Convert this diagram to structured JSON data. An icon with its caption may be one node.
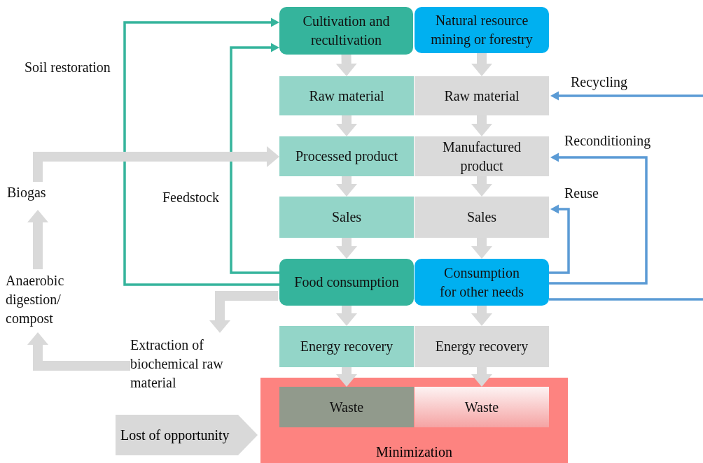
{
  "diagram": {
    "nodes": [
      {
        "text": [
          "Cultivation and recultivation"
        ]
      },
      {
        "text": [
          "Natural resource mining or forestry"
        ]
      },
      {
        "text": [
          "Raw material"
        ]
      },
      {
        "text": [
          "Raw material"
        ]
      },
      {
        "text": [
          "Processed product"
        ]
      },
      {
        "text": [
          "Manufactured product"
        ]
      },
      {
        "text": [
          "Sales"
        ]
      },
      {
        "text": [
          "Sales"
        ]
      },
      {
        "text": [
          "Food consumption"
        ]
      },
      {
        "text": [
          "Consumption for other needs"
        ]
      },
      {
        "text": [
          "Energy recovery"
        ]
      },
      {
        "text": [
          "Energy recovery"
        ]
      },
      {
        "text": [
          "Minimization"
        ]
      },
      {
        "text": [
          "Waste"
        ],
        "in": 12
      },
      {
        "text": [
          "Waste"
        ],
        "in": 12
      },
      {
        "text": [
          "Biogas"
        ]
      },
      {
        "text": [
          "Anaerobic digestion/ compost"
        ]
      },
      {
        "text": [
          "Extraction of biochemical raw material"
        ]
      },
      {
        "text": [
          "Lost of opportunity"
        ]
      }
    ],
    "edges": [
      {
        "from": 0,
        "to": 2,
        "arrow": "to"
      },
      {
        "from": 1,
        "to": 3,
        "arrow": "to"
      },
      {
        "from": 2,
        "to": 4,
        "arrow": "to"
      },
      {
        "from": 3,
        "to": 5,
        "arrow": "to"
      },
      {
        "from": 4,
        "to": 6,
        "arrow": "to"
      },
      {
        "from": 5,
        "to": 7,
        "arrow": "to"
      },
      {
        "from": 6,
        "to": 8,
        "arrow": "to"
      },
      {
        "from": 7,
        "to": 9,
        "arrow": "to"
      },
      {
        "from": 8,
        "to": 10,
        "arrow": "to"
      },
      {
        "from": 9,
        "to": 11,
        "arrow": "to"
      },
      {
        "from": 10,
        "to": 13,
        "arrow": "to"
      },
      {
        "from": 11,
        "to": 14,
        "arrow": "to"
      },
      {
        "from": 8,
        "to": 0,
        "arrow": "to",
        "label": "Soil restoration",
        "color": "#35b49c"
      },
      {
        "from": 8,
        "to": 0,
        "arrow": "to",
        "label": "Feedstock",
        "color": "#35b49c"
      },
      {
        "from": 15,
        "to": 4,
        "arrow": "to"
      },
      {
        "from": 16,
        "to": 15,
        "arrow": "to"
      },
      {
        "from": 17,
        "to": 16,
        "arrow": "to"
      },
      {
        "from": 8,
        "to": 17,
        "arrow": "to"
      },
      {
        "from": 9,
        "to": 7,
        "arrow": "to",
        "label": "Reuse",
        "color": "#5b9bd5"
      },
      {
        "from": 9,
        "to": 5,
        "arrow": "to",
        "label": "Reconditioning",
        "color": "#5b9bd5"
      },
      {
        "from": 9,
        "to": null,
        "arrow": "none",
        "color": "#5b9bd5"
      },
      {
        "from": null,
        "to": 3,
        "arrow": "to",
        "label": "Recycling",
        "color": "#5b9bd5"
      }
    ]
  }
}
